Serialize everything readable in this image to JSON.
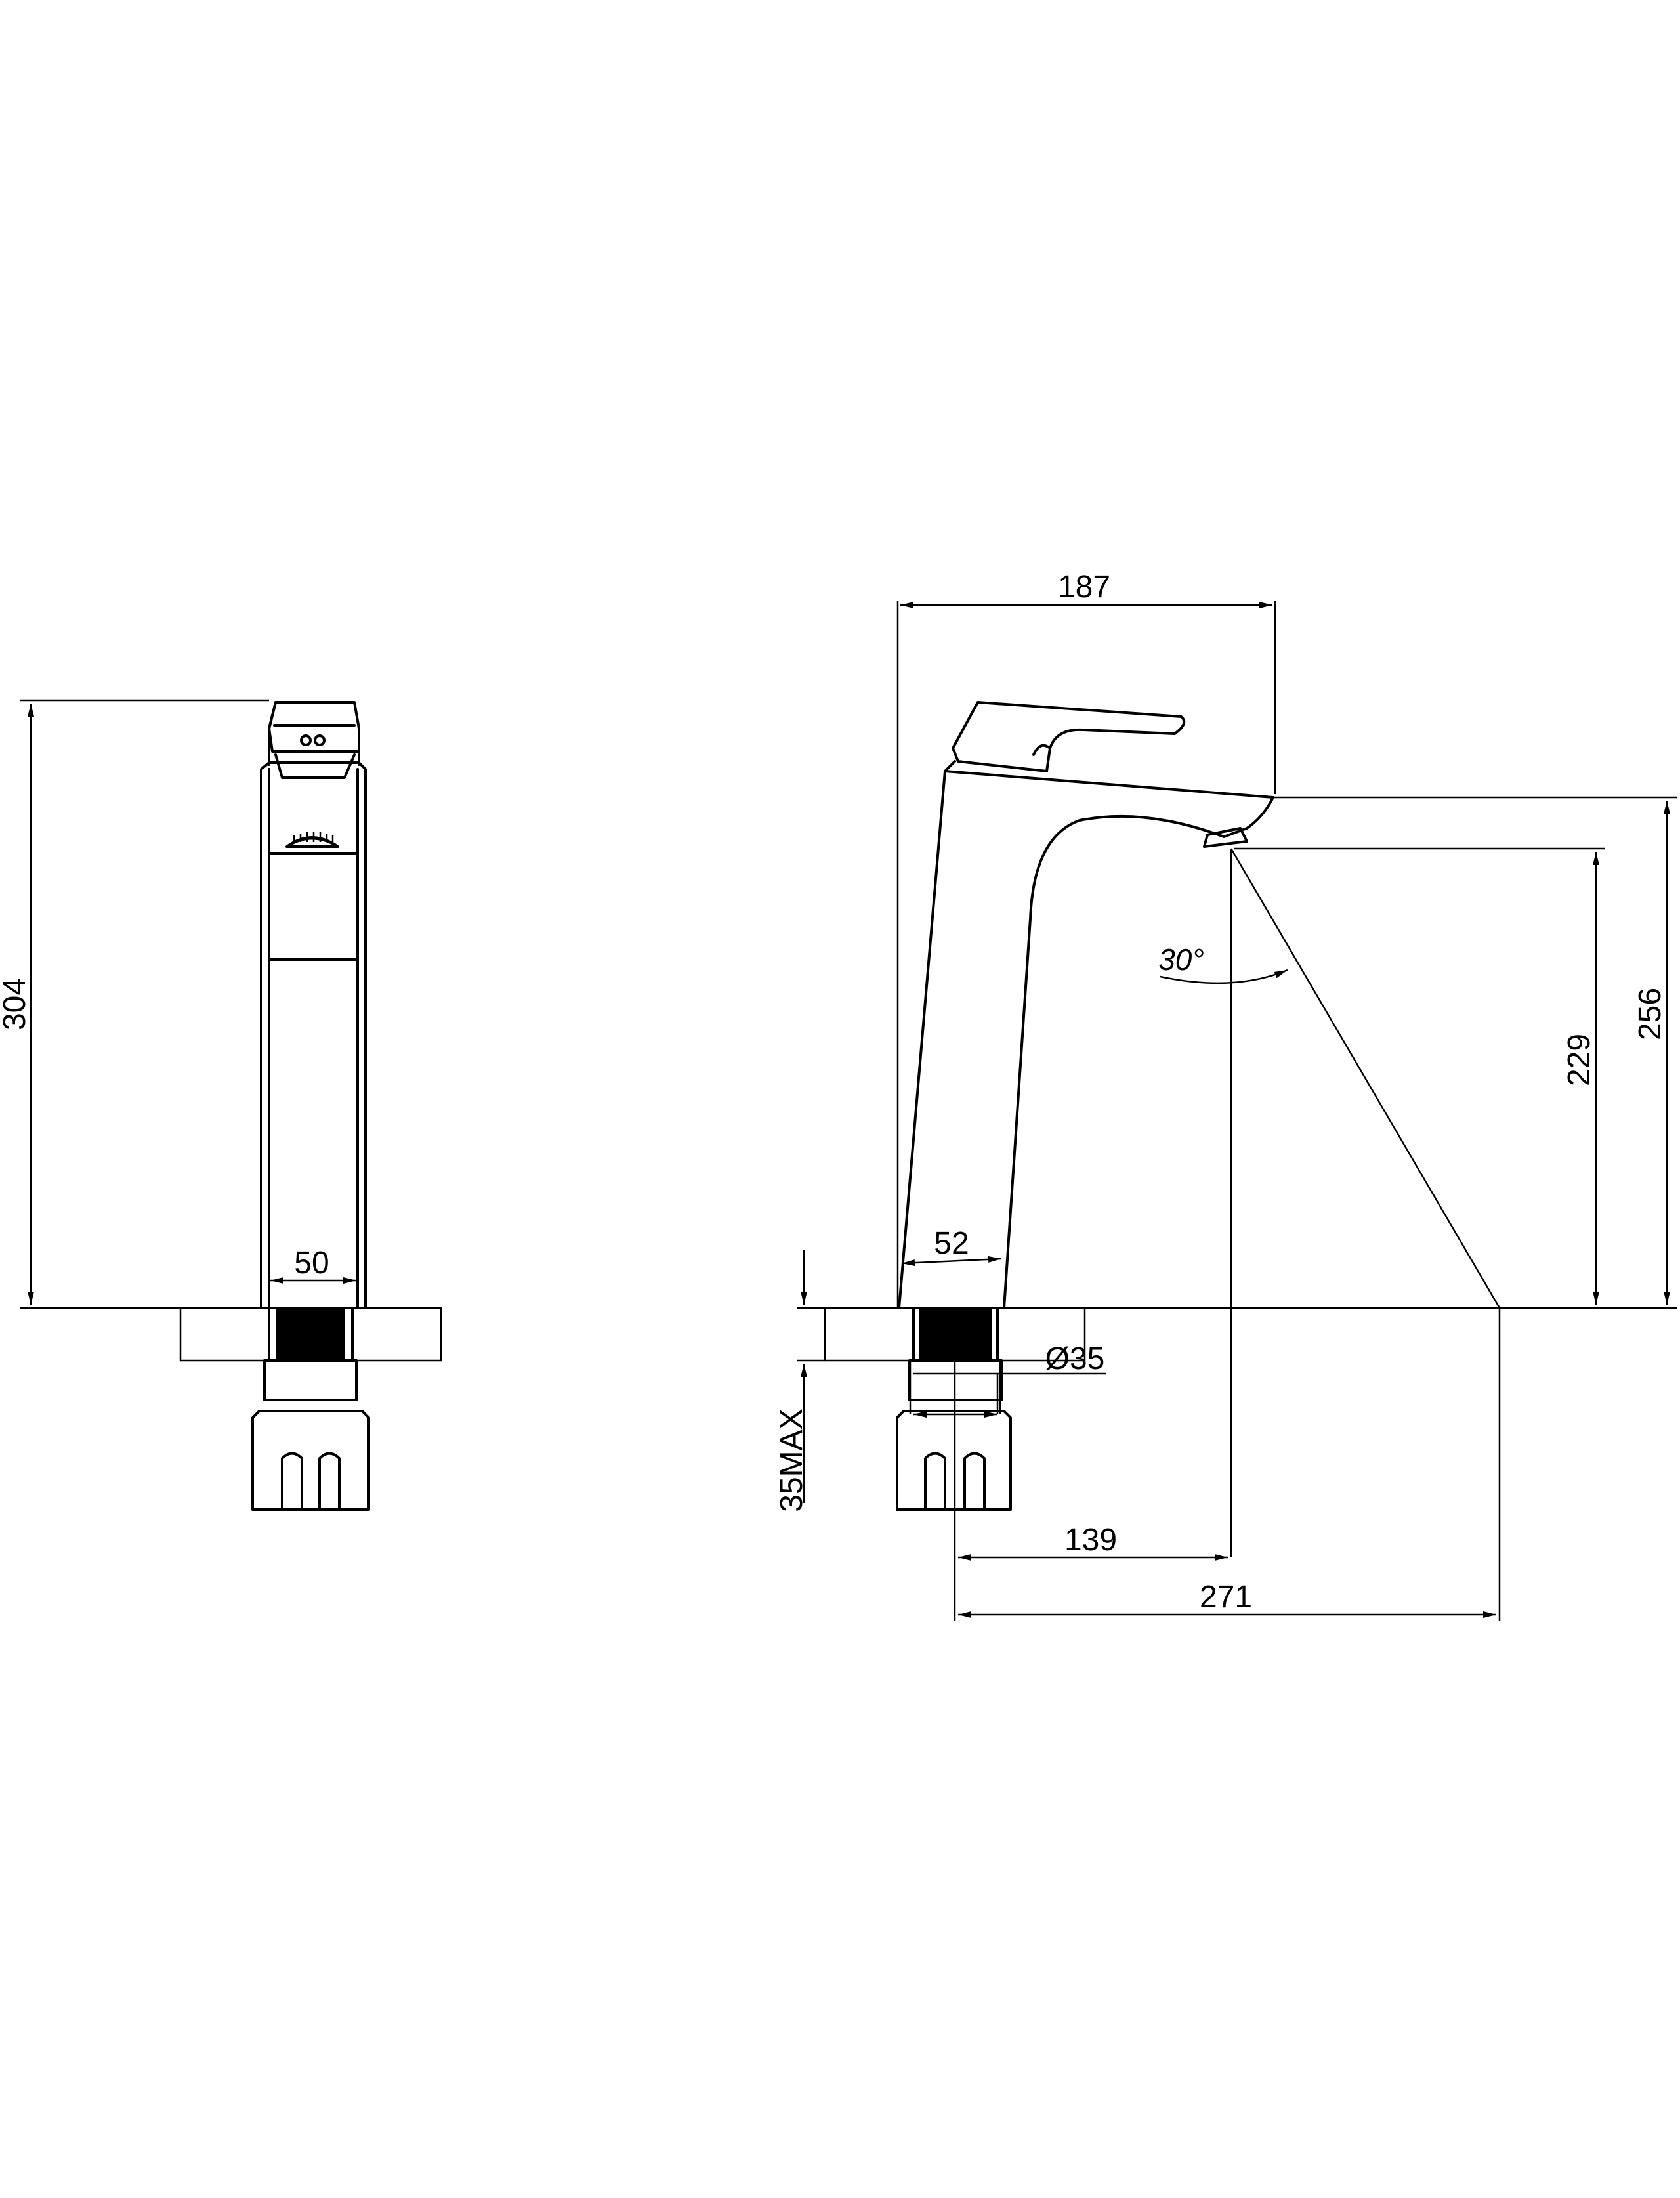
{
  "front_view": {
    "height_dim": "304",
    "body_width_dim": "50"
  },
  "side_view": {
    "overall_width_dim": "187",
    "base_width_dim": "52",
    "spout_height_dim": "229",
    "outlet_height_dim": "256",
    "spray_angle": "30°",
    "hole_diameter_dim": "Ø35",
    "max_thickness_dim": "35MAX",
    "reach_dim": "139",
    "projection_dim": "271"
  },
  "colors": {
    "line": "#000000",
    "background": "#ffffff"
  }
}
